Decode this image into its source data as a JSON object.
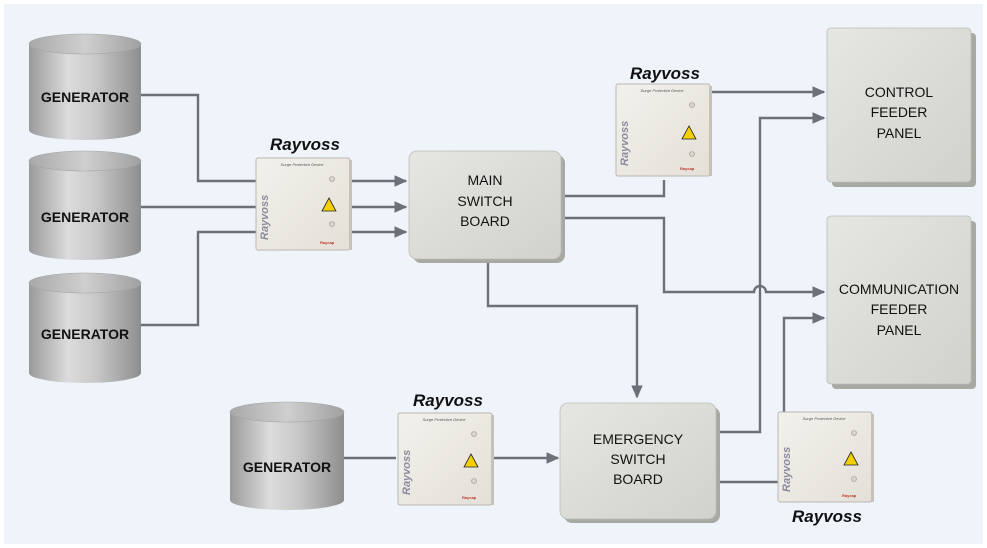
{
  "generators": [
    {
      "label": "GENERATOR"
    },
    {
      "label": "GENERATOR"
    },
    {
      "label": "GENERATOR"
    },
    {
      "label": "GENERATOR"
    }
  ],
  "spd_devices": [
    {
      "brand": "Rayvoss",
      "device_caption": "Surge Protective Device",
      "device_brand": "Rayvoss"
    },
    {
      "brand": "Rayvoss",
      "device_caption": "Surge Protective Device",
      "device_brand": "Rayvoss"
    },
    {
      "brand": "Rayvoss",
      "device_caption": "Surge Protective Device",
      "device_brand": "Rayvoss"
    },
    {
      "brand": "Rayvoss",
      "device_caption": "Surge Protective Device",
      "device_brand": "Rayvoss"
    }
  ],
  "boards": {
    "main": [
      "MAIN",
      "SWITCH",
      "BOARD"
    ],
    "emergency": [
      "EMERGENCY",
      "SWITCH",
      "BOARD"
    ]
  },
  "panels": {
    "control": [
      "CONTROL",
      "FEEDER",
      "PANEL"
    ],
    "communication": [
      "COMMUNICATION",
      "FEEDER",
      "PANEL"
    ]
  },
  "colors": {
    "background": "#eef4fa",
    "wire": "#6d7079",
    "cylinder": "#b9b9b9",
    "box": "#dcdcd8"
  }
}
